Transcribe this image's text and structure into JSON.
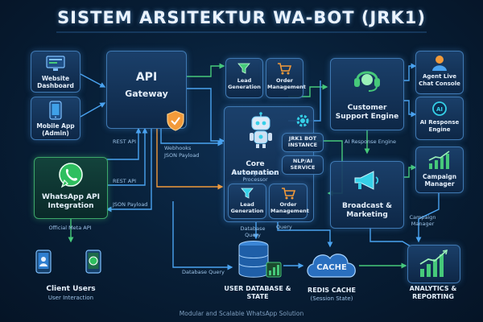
{
  "title": "SISTEM ARSITEKTUR WA-BOT (JRK1)",
  "footer": "Modular and Scalable WhatsApp Solution",
  "nodes": {
    "website_dashboard": "Website Dashboard",
    "mobile_app": "Mobile App (Admin)",
    "whatsapp_api": "WhatsApp API Integration",
    "official_meta_api": "Official Meta API",
    "client_users": "Client Users",
    "user_interaction": "User Interaction",
    "api_gateway_1": "API",
    "api_gateway_2": "Gateway",
    "lead_gen_top": "Lead Generation",
    "order_mgmt_top": "Order Management",
    "core_automation": "Core Automation",
    "core_sub": "Core Logic & Bot Processor",
    "jrk1_instance": "JRK1 BOT INSTANCE",
    "nlp_service": "NLP/AI SERVICE",
    "lead_gen_bottom": "Lead Generation",
    "order_mgmt_bottom": "Order Management",
    "customer_support": "Customer Support Engine",
    "agent_live_chat": "Agent Live Chat Console",
    "ai_response_engine": "AI Response Engine",
    "campaign_manager": "Campaign Manager",
    "broadcast_marketing": "Broadcast & Marketing",
    "user_database": "USER DATABASE & STATE",
    "cache_label": "CACHE",
    "redis_cache": "REDIS CACHE",
    "session_state": "(Session State)",
    "analytics_reporting": "ANALYTICS & REPORTING"
  },
  "edges": {
    "rest_api_1": "REST API",
    "rest_api_2": "REST API",
    "json_payload": "JSON Payload",
    "webhooks": "Webhooks",
    "webhooks_json": "JSON Payload",
    "ai_response_engine": "AI Response Engine",
    "campaign_manager": "Campaign Manager",
    "database_query_top": "Database Query",
    "query": "Query",
    "database_query_bottom": "Database Query"
  },
  "colors": {
    "background": "#071a30",
    "blue_wire": "#4aa3f0",
    "green_wire": "#46c97a",
    "orange_wire": "#f29a3a",
    "accent_cyan": "#35d0e8",
    "whatsapp_green": "#2fbf5f"
  },
  "icons": [
    "monitor-icon",
    "phone-icon",
    "whatsapp-icon",
    "shield-icon",
    "funnel-icon",
    "cart-icon",
    "robot-icon",
    "gear-icon",
    "headset-icon",
    "agent-icon",
    "ai-chip-icon",
    "growth-chart-icon",
    "megaphone-icon",
    "database-icon",
    "cloud-icon",
    "analytics-icon"
  ]
}
